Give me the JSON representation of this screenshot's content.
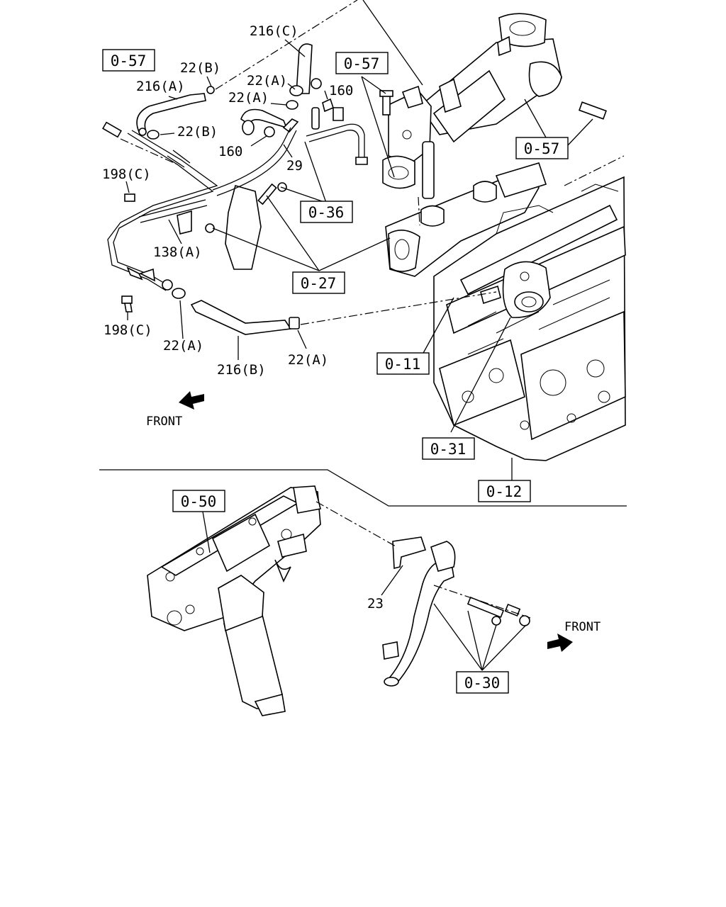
{
  "callouts": {
    "c216C": "216(C)",
    "c22B_1": "22(B)",
    "c216A": "216(A)",
    "c22A_1": "22(A)",
    "c22A_2": "22(A)",
    "c160_1": "160",
    "c22B_2": "22(B)",
    "c160_2": "160",
    "c29": "29",
    "c198C_1": "198(C)",
    "c138A": "138(A)",
    "c198C_2": "198(C)",
    "c22A_3": "22(A)",
    "c216B": "216(B)",
    "c22A_4": "22(A)",
    "c23": "23"
  },
  "references": {
    "r057_1": "0-57",
    "r057_2": "0-57",
    "r057_3": "0-57",
    "r036": "0-36",
    "r027": "0-27",
    "r011": "0-11",
    "r031": "0-31",
    "r012": "0-12",
    "r050": "0-50",
    "r030": "0-30"
  },
  "direction": {
    "front_1": "FRONT",
    "front_2": "FRONT"
  }
}
